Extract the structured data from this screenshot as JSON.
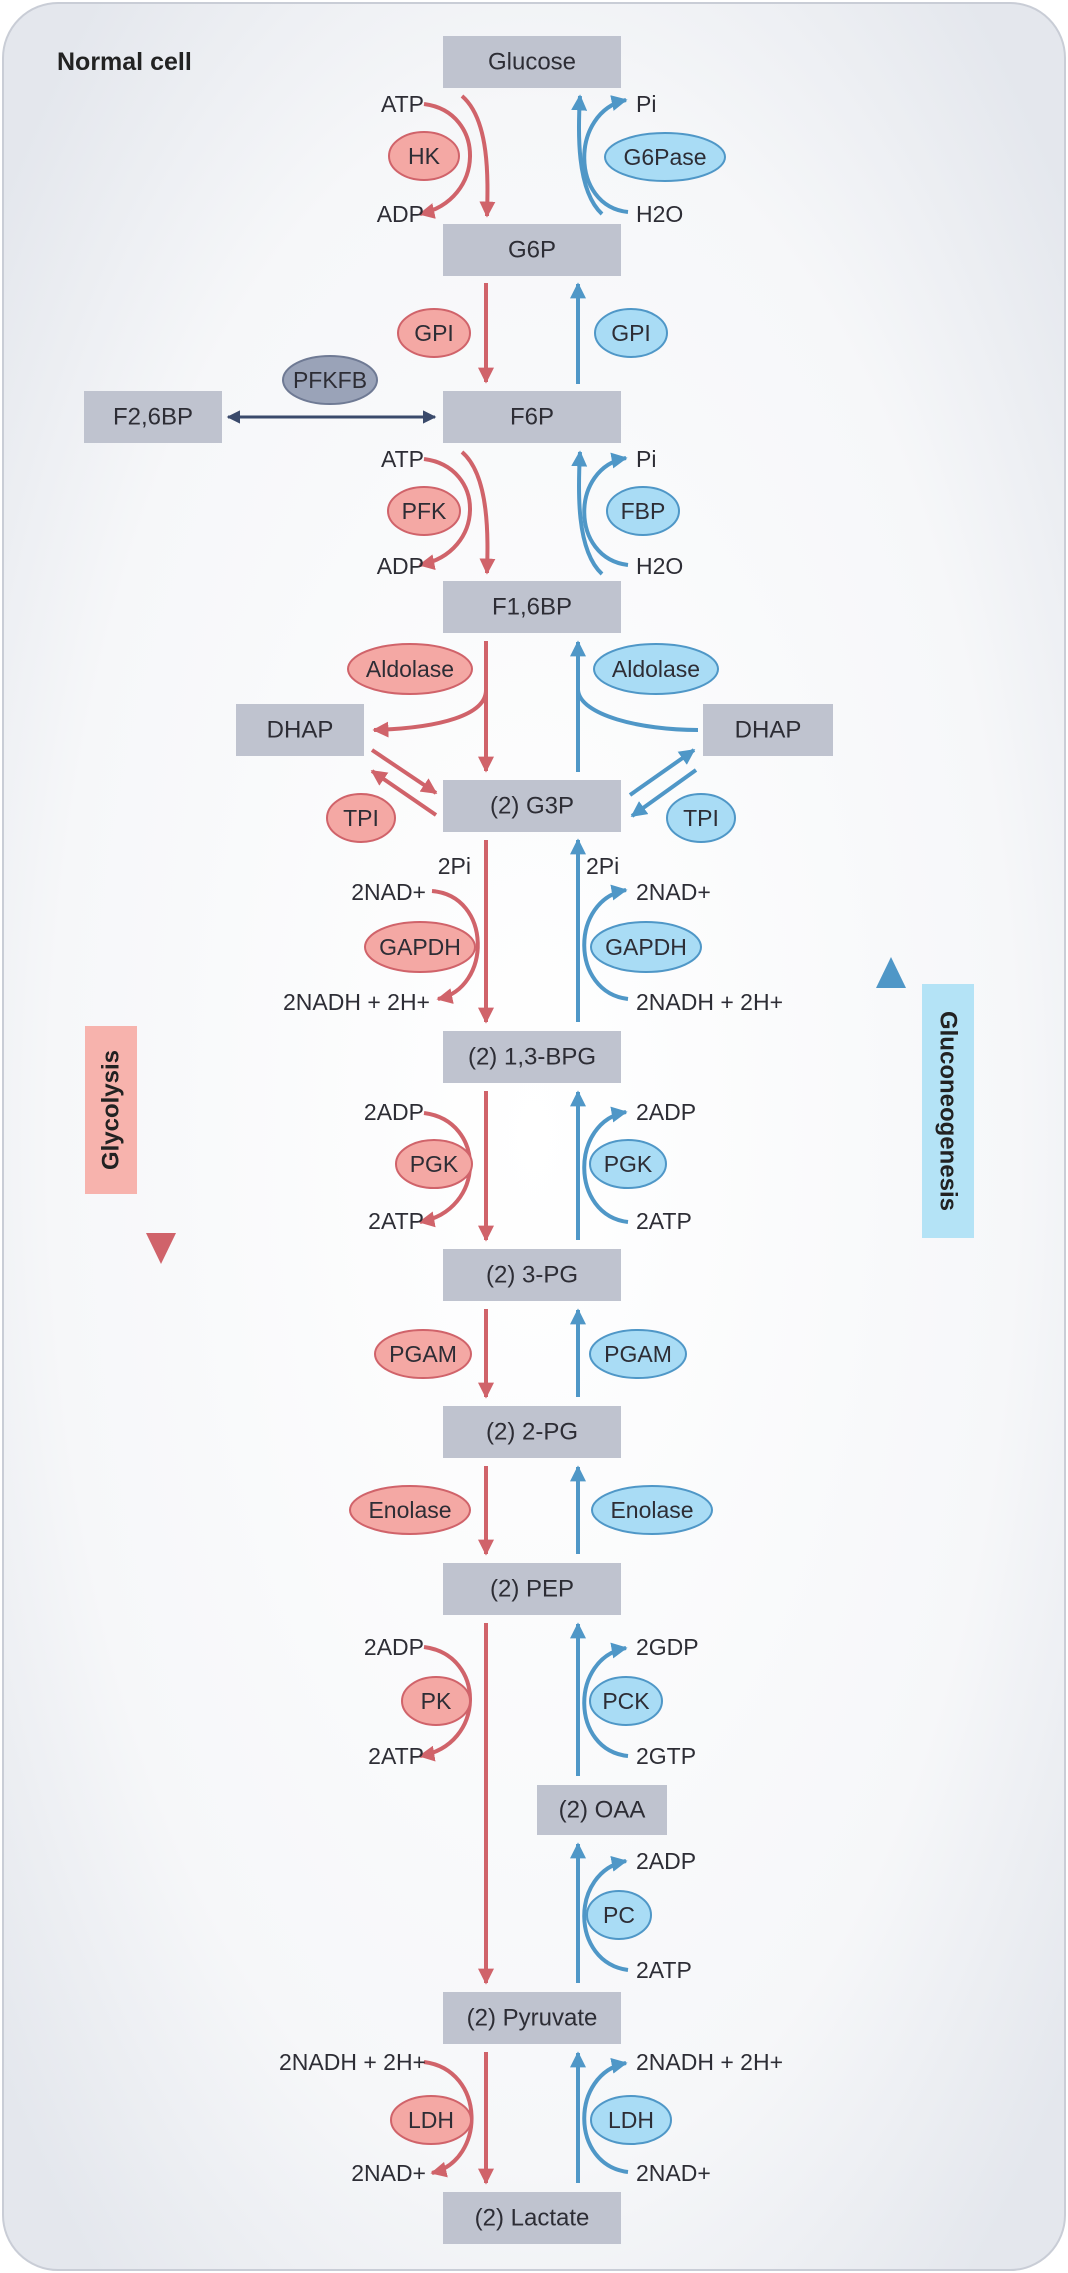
{
  "title": "Normal cell",
  "metabolites": {
    "glucose": "Glucose",
    "g6p": "G6P",
    "f6p": "F6P",
    "f26bp": "F2,6BP",
    "f16bp": "F1,6BP",
    "dhap_left": "DHAP",
    "dhap_right": "DHAP",
    "g3p": "(2) G3P",
    "bpg": "(2) 1,3-BPG",
    "pg3": "(2) 3-PG",
    "pg2": "(2) 2-PG",
    "pep": "(2) PEP",
    "oaa": "(2) OAA",
    "pyruvate": "(2) Pyruvate",
    "lactate": "(2) Lactate"
  },
  "enzymes": {
    "hk": "HK",
    "g6pase": "G6Pase",
    "gpi_red": "GPI",
    "gpi_blue": "GPI",
    "pfkfb": "PFKFB",
    "pfk": "PFK",
    "fbp": "FBP",
    "aldolase_red": "Aldolase",
    "aldolase_blue": "Aldolase",
    "tpi_red": "TPI",
    "tpi_blue": "TPI",
    "gapdh_red": "GAPDH",
    "gapdh_blue": "GAPDH",
    "pgk_red": "PGK",
    "pgk_blue": "PGK",
    "pgam_red": "PGAM",
    "pgam_blue": "PGAM",
    "enolase_red": "Enolase",
    "enolase_blue": "Enolase",
    "pk": "PK",
    "pck": "PCK",
    "pc": "PC",
    "ldh_red": "LDH",
    "ldh_blue": "LDH"
  },
  "cofactors": {
    "hk_in": "ATP",
    "hk_out": "ADP",
    "g6pase_out": "Pi",
    "g6pase_in": "H2O",
    "pfk_in": "ATP",
    "pfk_out": "ADP",
    "fbp_out": "Pi",
    "fbp_in": "H2O",
    "gapdh_pi_red": "2Pi",
    "gapdh_pi_blue": "2Pi",
    "gapdh_in_red": "2NAD+",
    "gapdh_out_red": "2NADH + 2H+",
    "gapdh_out_blue": "2NAD+",
    "gapdh_in_blue": "2NADH + 2H+",
    "pgk_in_red": "2ADP",
    "pgk_out_red": "2ATP",
    "pgk_out_blue": "2ADP",
    "pgk_in_blue": "2ATP",
    "pk_in": "2ADP",
    "pk_out": "2ATP",
    "pck_out": "2GDP",
    "pck_in": "2GTP",
    "pc_out": "2ADP",
    "pc_in": "2ATP",
    "ldh_in_red": "2NADH + 2H+",
    "ldh_out_red": "2NAD+",
    "ldh_out_blue": "2NADH + 2H+",
    "ldh_in_blue": "2NAD+"
  },
  "sides": {
    "glycolysis": "Glycolysis",
    "gluconeogenesis": "Gluconeogenesis"
  },
  "colors": {
    "glycolysis": "#d0636a",
    "gluconeogenesis": "#4f97c7",
    "regulator": "#3a4a6b",
    "metabolite_box": "#bfc3cf",
    "red_enzyme_fill": "#f4a8a4",
    "blue_enzyme_fill": "#a9dcf5",
    "gray_enzyme_fill": "#9aa3b8"
  }
}
